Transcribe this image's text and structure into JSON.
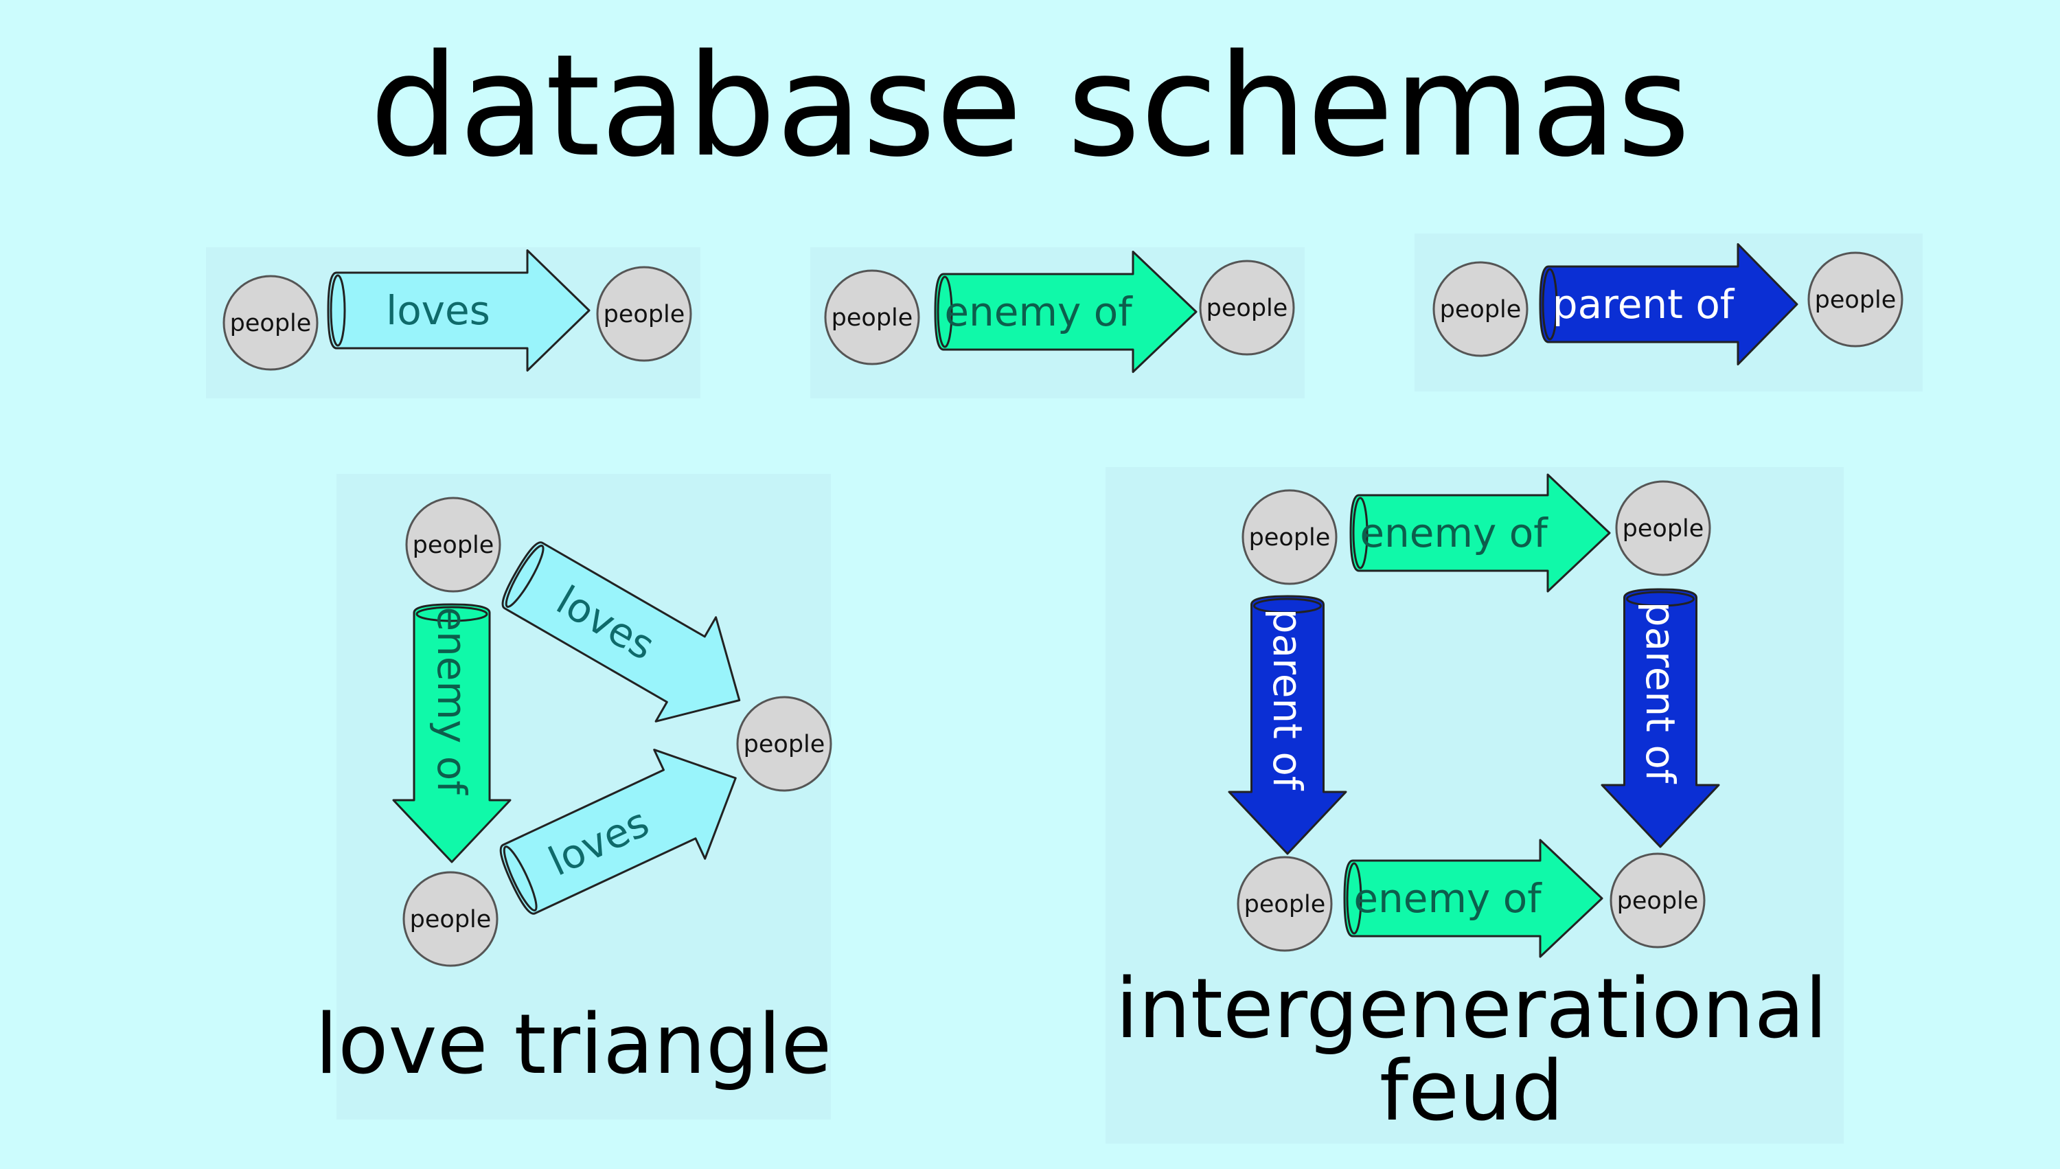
{
  "title": "database schemas",
  "node_label": "people",
  "relations": {
    "loves": {
      "label": "loves",
      "fill": "#99f4fb",
      "text_color": "#0f6a6a"
    },
    "enemy_of": {
      "label": "enemy of",
      "fill": "#10f9a9",
      "text_color": "#0d5e4c"
    },
    "parent_of": {
      "label": "parent of",
      "fill": "#0b2fd4",
      "text_color": "#ffffff"
    }
  },
  "schemas": {
    "love_triangle": {
      "caption": "love triangle"
    },
    "intergenerational_feud": {
      "caption_line1": "intergenerational",
      "caption_line2": "feud"
    }
  },
  "colors": {
    "background": "#ccfcfd",
    "panel": "#c6f4f8",
    "node_fill": "#d6d6d6"
  }
}
